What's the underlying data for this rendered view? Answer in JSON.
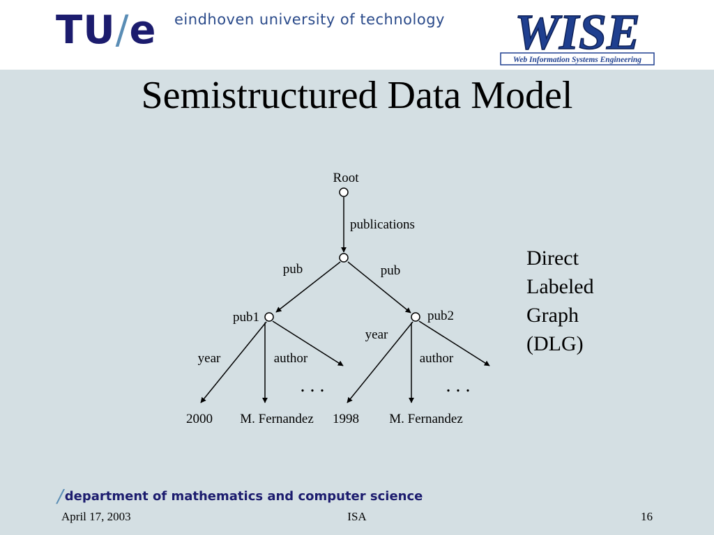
{
  "header": {
    "logo_main": "TU",
    "logo_slash": "/",
    "logo_e": "e",
    "university": "eindhoven university of technology",
    "wise_logo_text": "WISE",
    "wise_tagline": "Web Information Systems Engineering"
  },
  "slide": {
    "title": "Semistructured Data Model",
    "side_text": [
      "Direct",
      "Labeled",
      "Graph",
      "(DLG)"
    ]
  },
  "diagram": {
    "root_label": "Root",
    "edges": {
      "publications": "publications",
      "pub_left": "pub",
      "pub_right": "pub",
      "year_left": "year",
      "author_left": "author",
      "year_right": "year",
      "author_right": "author"
    },
    "nodes": {
      "pub1": "pub1",
      "pub2": "pub2"
    },
    "leaves": {
      "year1": "2000",
      "author1": "M. Fernandez",
      "year2": "1998",
      "author2": "M. Fernandez"
    },
    "ellipsis": ". . ."
  },
  "footer": {
    "department_slash": "/",
    "department": "department of mathematics and computer science",
    "date": "April 17, 2003",
    "center": "ISA",
    "page": "16"
  },
  "colors": {
    "background": "#d4dfe3",
    "logo_blue": "#1c1c6e",
    "logo_light_blue": "#5a8db5",
    "wise_blue": "#1f3f8f"
  }
}
